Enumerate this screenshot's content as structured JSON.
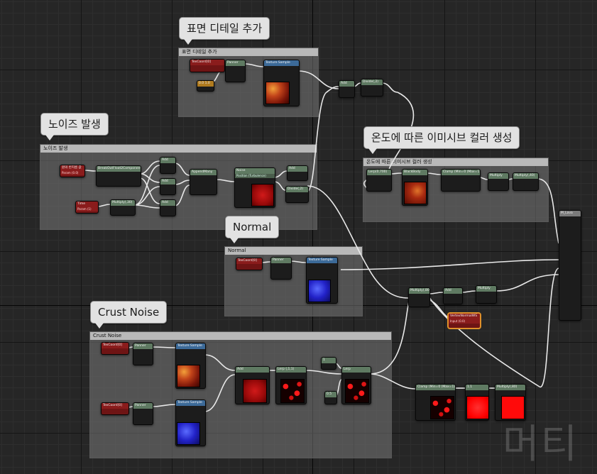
{
  "comments": {
    "surface": "표면 디테일 추가",
    "noise": "노이즈 발생",
    "emissive": "온도에 따른 이미시브 컬러 생성",
    "normal": "Normal",
    "crust": "Crust Noise"
  },
  "nodes": {
    "texcoord": "TexCoord[0]",
    "panner": "Panner",
    "texture_sample": "Texture Sample",
    "scalar": "0.0 1.0",
    "add": "Add",
    "divide": "Divide(,2)",
    "param_red": "원의 반지름 값",
    "param_red_sub": "Param (0.0)",
    "time": "Time",
    "time_sub": "Param (1)",
    "break_out": "BreakOutFloat2Components",
    "multiply": "Multiply(,30)",
    "append": "AppendMany",
    "noise": "Noise",
    "noise_sub": "Position (Turbulence)",
    "lerp_700": "Lerp(0,700)",
    "blackbody": "BlackBody",
    "clamp": "Clamp (Min=0 (Max=1))",
    "multiply_plain": "Multiply",
    "multiply_40": "Multiply(,40)",
    "multiply_80": "Multiply(,80)",
    "vertex_normal": "VertexNormalWS",
    "vertex_normal_sub": "Input (0.0)",
    "lerp_small": "Lerp (,1,1)",
    "one": "1",
    "half": "0.5",
    "lerp": "Lerp",
    "clamp2": "Clamp (Min=0 (Max=1))",
    "multiply_x": "Multiply(,80)",
    "pow": "1.1",
    "material": "M_Lava"
  },
  "watermark": "머티"
}
